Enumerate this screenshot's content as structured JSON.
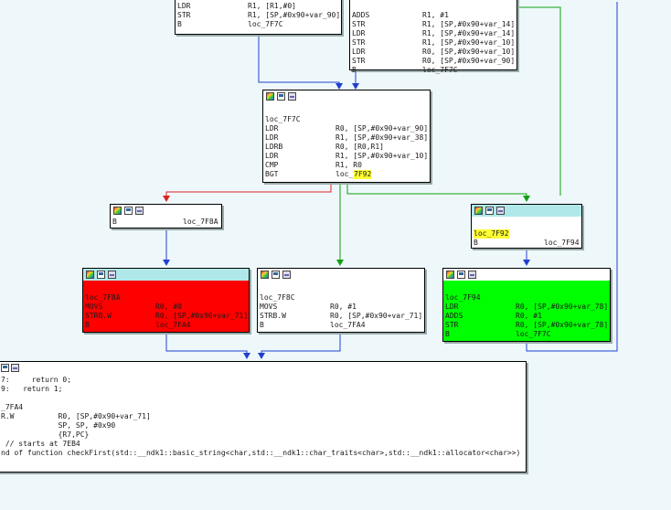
{
  "colors": {
    "background": "#eef8fb",
    "edge_blue": "#2040d0",
    "edge_red": "#e02020",
    "edge_green": "#10a010",
    "node_red": "#ff0000",
    "node_green": "#00ff00",
    "header_cyan": "#b0e8ea"
  },
  "icons": [
    "graph-overview-icon",
    "edit-icon",
    "comment-icon"
  ],
  "n1": {
    "rows": [
      [
        "LDR",
        "R1, [R1,#0]"
      ],
      [
        "STR",
        "R1, [SP,#0x90+var_90]"
      ],
      [
        "B",
        "loc_7F7C"
      ]
    ]
  },
  "n2": {
    "rows": [
      [
        "ADDS",
        "R1, #1"
      ],
      [
        "STR",
        "R1, [SP,#0x90+var_14]"
      ],
      [
        "LDR",
        "R1, [SP,#0x90+var_14]"
      ],
      [
        "STR",
        "R1, [SP,#0x90+var_10]"
      ],
      [
        "LDR",
        "R0, [SP,#0x90+var_10]"
      ],
      [
        "STR",
        "R0, [SP,#0x90+var_90]"
      ],
      [
        "B",
        "loc_7F7C"
      ]
    ]
  },
  "n3": {
    "label": "loc_7F7C",
    "rows": [
      [
        "LDR",
        "R0, [SP,#0x90+var_90]"
      ],
      [
        "LDR",
        "R1, [SP,#0x90+var_38]"
      ],
      [
        "LDRB",
        "R0, [R0,R1]"
      ],
      [
        "LDR",
        "R1, [SP,#0x90+var_10]"
      ],
      [
        "CMP",
        "R1, R0"
      ],
      [
        "BGT",
        "loc_"
      ]
    ],
    "bgt_hl": "7F92"
  },
  "n4": {
    "op": "B",
    "arg": "loc_7F8A"
  },
  "n5": {
    "label_hl": "loc_7F92",
    "op": "B",
    "arg": "loc_7F94"
  },
  "n6": {
    "label": "loc_7F8A",
    "rows": [
      [
        "MOVS",
        "R0, #0"
      ],
      [
        "STRB.W",
        "R0, [SP,#0x90+var_71]"
      ],
      [
        "B",
        "loc_7FA4"
      ]
    ]
  },
  "n7": {
    "label": "loc_7F8C",
    "rows": [
      [
        "MOVS",
        "R0, #1"
      ],
      [
        "STRB.W",
        "R0, [SP,#0x90+var_71]"
      ],
      [
        "B",
        "loc_7FA4"
      ]
    ]
  },
  "n8": {
    "label": "loc_7F94",
    "rows": [
      [
        "LDR",
        "R0, [SP,#0x90+var_78]"
      ],
      [
        "ADDS",
        "R0, #1"
      ],
      [
        "STR",
        "R0, [SP,#0x90+var_78]"
      ],
      [
        "B",
        "loc_7F7C"
      ]
    ]
  },
  "n9": {
    "lines": [
      "7:     return 0;",
      "9:   return 1;",
      "",
      "_7FA4",
      "R.W          R0, [SP,#0x90+var_71]",
      "             SP, SP, #0x90",
      "             {R7,PC}",
      " // starts at 7EB4",
      "nd of function checkFirst(std::__ndk1::basic_string<char,std::__ndk1::char_traits<char>,std::__ndk1::allocator<char>>)"
    ]
  }
}
